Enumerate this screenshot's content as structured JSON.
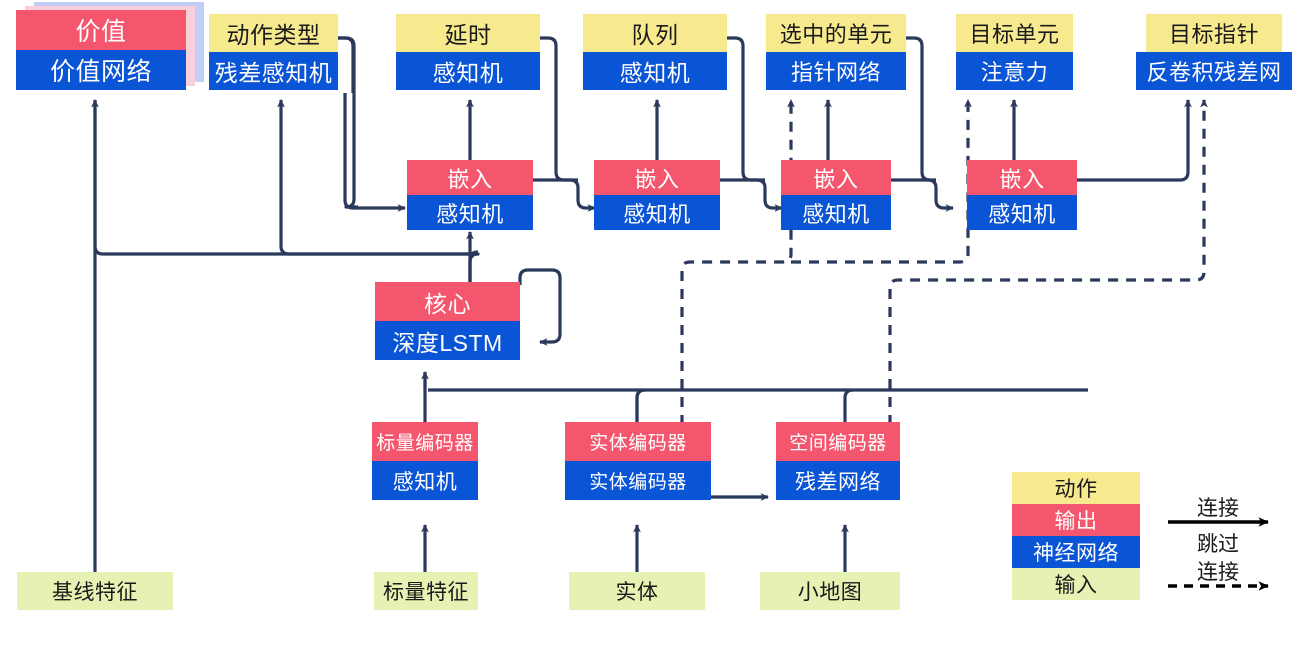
{
  "diagram": {
    "title": "AlphaStar-style agent network architecture diagram",
    "colors": {
      "action": "#f7e98e",
      "output": "#f4566e",
      "network": "#0a54d6",
      "input": "#e6f2b3",
      "wire": "#2b3a5c",
      "skip_wire": "#2b3a5c",
      "legend_arrow": "#000000"
    }
  },
  "nodes": {
    "value": {
      "action": "",
      "output": "价值",
      "network": "价值网络"
    },
    "action_type": {
      "action": "动作类型",
      "network": "残差感知机"
    },
    "delay": {
      "action": "延时",
      "network": "感知机"
    },
    "queued": {
      "action": "队列",
      "network": "感知机"
    },
    "selected_units": {
      "action": "选中的单元",
      "network": "指针网络"
    },
    "target_unit": {
      "action": "目标单元",
      "network": "注意力"
    },
    "target_point": {
      "action": "目标指针",
      "network": "反卷积残差网"
    },
    "embed1": {
      "output": "嵌入",
      "network": "感知机"
    },
    "embed2": {
      "output": "嵌入",
      "network": "感知机"
    },
    "embed3": {
      "output": "嵌入",
      "network": "感知机"
    },
    "embed4": {
      "output": "嵌入",
      "network": "感知机"
    },
    "core": {
      "output": "核心",
      "network": "深度LSTM"
    },
    "scalar_encoder": {
      "output": "标量编码器",
      "network": "感知机"
    },
    "entity_encoder": {
      "output": "实体编码器",
      "network": "实体编码器"
    },
    "spatial_encoder": {
      "output": "空间编码器",
      "network": "残差网络"
    },
    "baseline_features": {
      "input": "基线特征"
    },
    "scalar_features": {
      "input": "标量特征"
    },
    "entities": {
      "input": "实体"
    },
    "minimap": {
      "input": "小地图"
    }
  },
  "legend": {
    "swatches": [
      {
        "key": "action",
        "label": "动作"
      },
      {
        "key": "output",
        "label": "输出"
      },
      {
        "key": "network",
        "label": "神经网络"
      },
      {
        "key": "input",
        "label": "输入"
      }
    ],
    "connection_label": "连接",
    "skip_label_line1": "跳过",
    "skip_label_line2": "连接"
  }
}
